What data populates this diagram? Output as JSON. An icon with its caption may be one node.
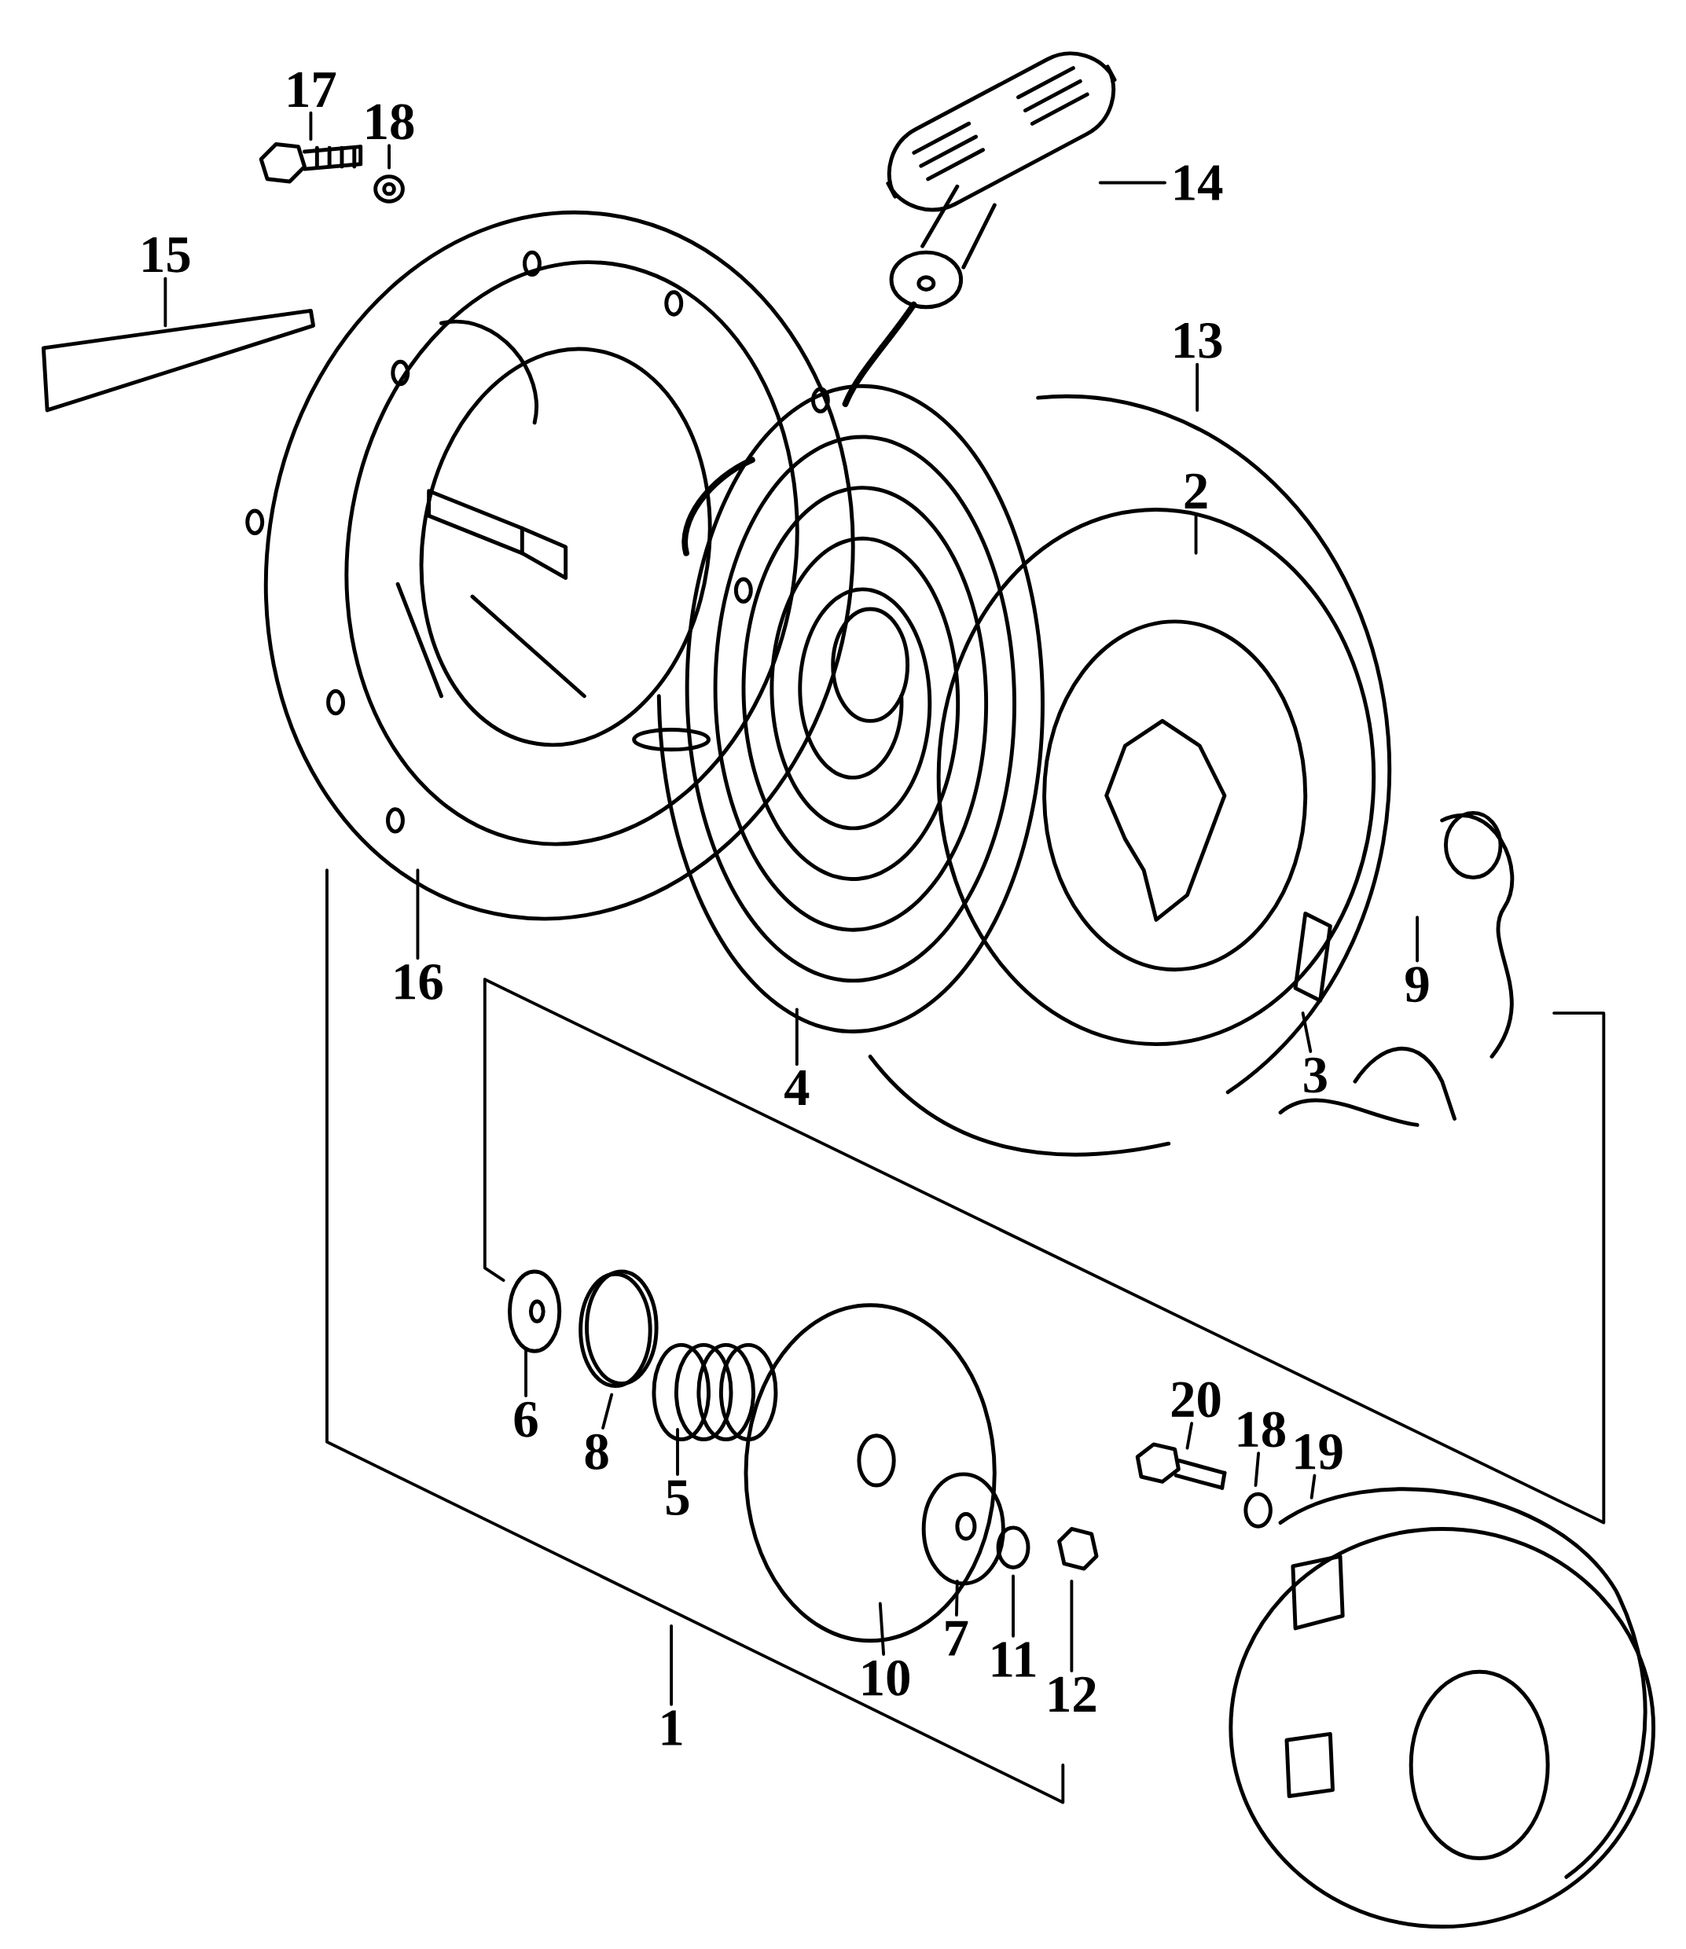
{
  "diagram": {
    "nodes": [
      {
        "text": [
          "17"
        ]
      },
      {
        "text": [
          "18"
        ]
      },
      {
        "text": [
          "14"
        ]
      },
      {
        "text": [
          "15"
        ]
      },
      {
        "text": [
          "13"
        ]
      },
      {
        "text": [
          "2"
        ]
      },
      {
        "text": [
          "16"
        ]
      },
      {
        "text": [
          "9"
        ]
      },
      {
        "text": [
          "3"
        ]
      },
      {
        "text": [
          "4"
        ]
      },
      {
        "text": [
          "20"
        ]
      },
      {
        "text": [
          "6"
        ]
      },
      {
        "text": [
          "18"
        ]
      },
      {
        "text": [
          "19"
        ]
      },
      {
        "text": [
          "8"
        ]
      },
      {
        "text": [
          "5"
        ]
      },
      {
        "text": [
          "7"
        ]
      },
      {
        "text": [
          "11"
        ]
      },
      {
        "text": [
          "10"
        ]
      },
      {
        "text": [
          "12"
        ]
      },
      {
        "text": [
          "1"
        ]
      }
    ],
    "edges": [
      {
        "from": 0,
        "to": null,
        "arrow": "none"
      },
      {
        "from": 1,
        "to": null,
        "arrow": "none"
      },
      {
        "from": 2,
        "to": null,
        "arrow": "none"
      },
      {
        "from": 3,
        "to": null,
        "arrow": "none"
      },
      {
        "from": 4,
        "to": null,
        "arrow": "none"
      },
      {
        "from": 5,
        "to": null,
        "arrow": "none"
      },
      {
        "from": 6,
        "to": null,
        "arrow": "none"
      },
      {
        "from": 7,
        "to": null,
        "arrow": "none"
      },
      {
        "from": 8,
        "to": null,
        "arrow": "none"
      },
      {
        "from": 9,
        "to": null,
        "arrow": "none"
      },
      {
        "from": 10,
        "to": null,
        "arrow": "none"
      },
      {
        "from": 11,
        "to": null,
        "arrow": "none"
      },
      {
        "from": 12,
        "to": null,
        "arrow": "none"
      },
      {
        "from": 13,
        "to": null,
        "arrow": "none"
      },
      {
        "from": 14,
        "to": null,
        "arrow": "none"
      },
      {
        "from": 15,
        "to": null,
        "arrow": "none"
      },
      {
        "from": 16,
        "to": null,
        "arrow": "none"
      },
      {
        "from": 17,
        "to": null,
        "arrow": "none"
      },
      {
        "from": 18,
        "to": null,
        "arrow": "none"
      },
      {
        "from": 19,
        "to": null,
        "arrow": "none"
      },
      {
        "from": 20,
        "to": null,
        "arrow": "none"
      }
    ]
  }
}
